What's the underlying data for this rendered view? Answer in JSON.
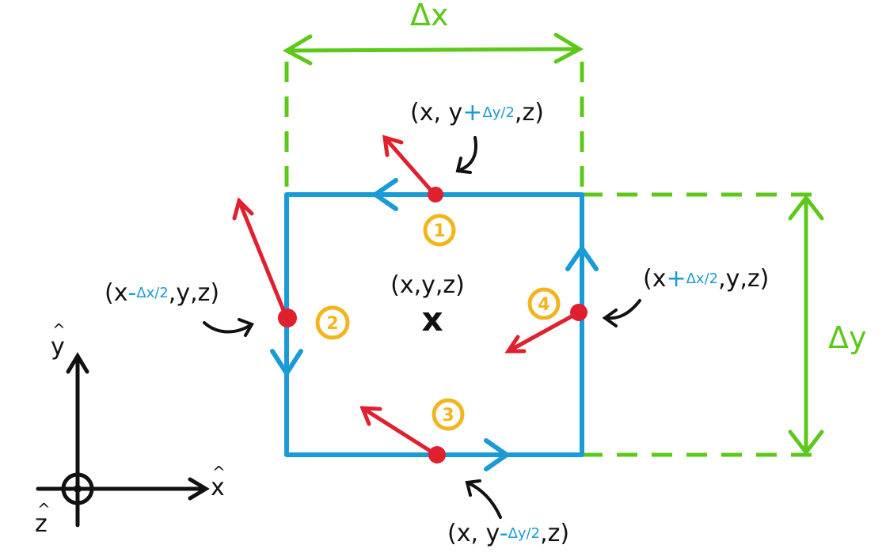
{
  "colors": {
    "loop": "#1a9bd6",
    "vector": "#e0202e",
    "dimension": "#5cc81a",
    "marker": "#f2b51d",
    "ink": "#111111"
  },
  "dimensions": {
    "dx": "Δx",
    "dy": "Δy"
  },
  "center_point": {
    "coords": "(x,y,z)",
    "mark": "x"
  },
  "top": {
    "open": "(x, y",
    "sign": "+",
    "frac": "Δy/2",
    "close": ",z)"
  },
  "bottom": {
    "open": "(x, y",
    "sign": "-",
    "frac": "Δy/2",
    "close": ",z)"
  },
  "left": {
    "open": "(x",
    "sign": "-",
    "frac": "Δx/2",
    "close": ",y,z)"
  },
  "right": {
    "open": "(x",
    "sign": "+",
    "frac": "Δx/2",
    "close": ",y,z)"
  },
  "segments": [
    "1",
    "2",
    "3",
    "4"
  ],
  "axes": {
    "x": "x",
    "y": "y",
    "z": "z",
    "hat": "^"
  }
}
